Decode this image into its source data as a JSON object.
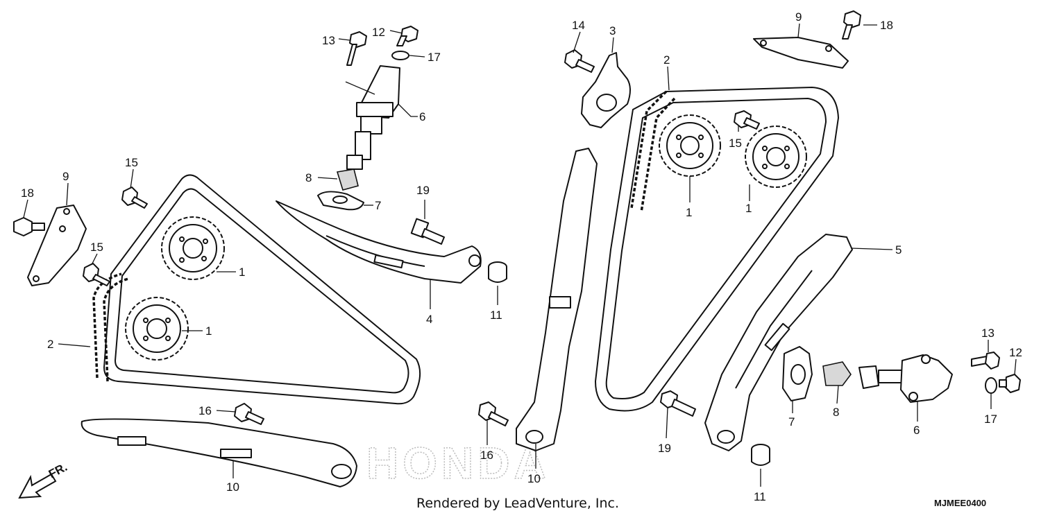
{
  "diagram": {
    "callouts": [
      {
        "id": "c13a",
        "label": "13"
      },
      {
        "id": "c12a",
        "label": "12"
      },
      {
        "id": "c17a",
        "label": "17"
      },
      {
        "id": "c6a",
        "label": "6"
      },
      {
        "id": "c8a",
        "label": "8"
      },
      {
        "id": "c7a",
        "label": "7"
      },
      {
        "id": "c4",
        "label": "4"
      },
      {
        "id": "c19a",
        "label": "19"
      },
      {
        "id": "c11a",
        "label": "11"
      },
      {
        "id": "c15a",
        "label": "15"
      },
      {
        "id": "c9a",
        "label": "9"
      },
      {
        "id": "c18a",
        "label": "18"
      },
      {
        "id": "c15b",
        "label": "15"
      },
      {
        "id": "c1a",
        "label": "1"
      },
      {
        "id": "c1b",
        "label": "1"
      },
      {
        "id": "c2a",
        "label": "2"
      },
      {
        "id": "c16a",
        "label": "16"
      },
      {
        "id": "c10a",
        "label": "10"
      },
      {
        "id": "c14",
        "label": "14"
      },
      {
        "id": "c3",
        "label": "3"
      },
      {
        "id": "c2b",
        "label": "2"
      },
      {
        "id": "c9b",
        "label": "9"
      },
      {
        "id": "c18b",
        "label": "18"
      },
      {
        "id": "c15c",
        "label": "15"
      },
      {
        "id": "c1c",
        "label": "1"
      },
      {
        "id": "c1d",
        "label": "1"
      },
      {
        "id": "c5",
        "label": "5"
      },
      {
        "id": "c13b",
        "label": "13"
      },
      {
        "id": "c12b",
        "label": "12"
      },
      {
        "id": "c7b",
        "label": "7"
      },
      {
        "id": "c8b",
        "label": "8"
      },
      {
        "id": "c6b",
        "label": "6"
      },
      {
        "id": "c17b",
        "label": "17"
      },
      {
        "id": "c19b",
        "label": "19"
      },
      {
        "id": "c16b",
        "label": "16"
      },
      {
        "id": "c10b",
        "label": "10"
      },
      {
        "id": "c11b",
        "label": "11"
      }
    ],
    "direction_label": "FR.",
    "watermark": "HONDA",
    "footer": "Rendered by LeadVenture, Inc.",
    "reference_code": "MJMEE0400"
  }
}
